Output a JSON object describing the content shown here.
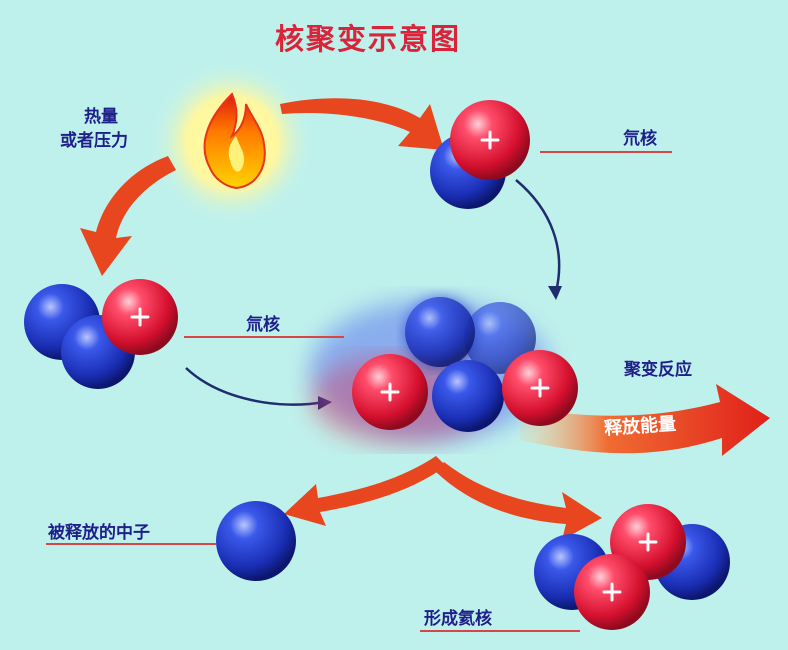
{
  "title": "核聚变示意图",
  "labels": {
    "heat_line1": "热量",
    "heat_line2": "或者压力",
    "deuterium": "氘核",
    "tritium": "氚核",
    "fusion_reaction": "聚变反应",
    "release_energy": "释放能量",
    "released_neutron": "被释放的中子",
    "helium_nucleus": "形成氦核"
  },
  "colors": {
    "background": "#bff1ec",
    "proton": "#e8213f",
    "neutron": "#1f39c8",
    "arrow": "#e8461f",
    "title": "#d9243a",
    "label": "#1f1f8a"
  },
  "icons": [
    "flame-icon",
    "plus-sign-icon"
  ]
}
